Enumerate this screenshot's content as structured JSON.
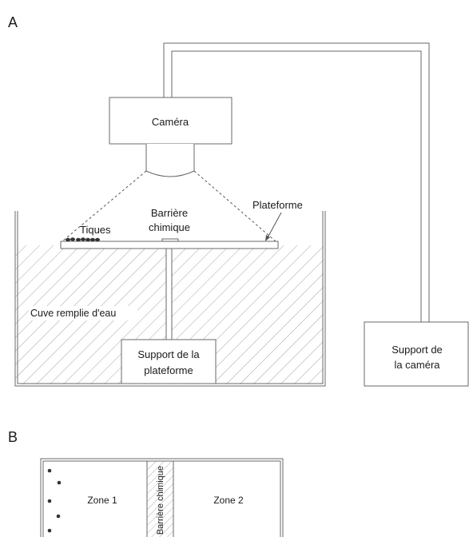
{
  "panel_a": {
    "letter": "A",
    "camera_label": "Caméra",
    "barrier_line1": "Barrière",
    "barrier_line2": "chimique",
    "ticks_label": "Tiques",
    "platform_label": "Plateforme",
    "tank_label": "Cuve remplie d'eau",
    "platform_support_line1": "Support de la",
    "platform_support_line2": "plateforme",
    "camera_support_line1": "Support de",
    "camera_support_line2": "la caméra"
  },
  "panel_b": {
    "letter": "B",
    "zone1_label": "Zone 1",
    "zone2_label": "Zone 2",
    "barrier_label": "Barrière chimique"
  },
  "colors": {
    "line": "#4a4a4a",
    "hatch": "#9a9a9a",
    "tick_dot": "#333333"
  }
}
